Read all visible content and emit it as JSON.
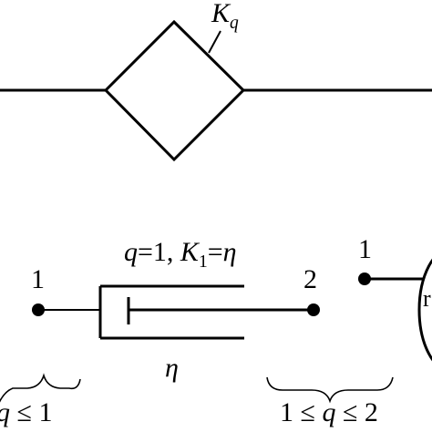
{
  "element_symbol": {
    "main": "K",
    "sub": "q"
  },
  "dashpot": {
    "params_q": "q",
    "params_eq1": "=1, ",
    "params_k": "K",
    "params_k_sub": "1",
    "params_eq2": "=",
    "params_eta": "η",
    "node_left": "1",
    "node_right": "2",
    "label_below": "η"
  },
  "range_left": {
    "q": "q",
    "rest": " ≤ 1"
  },
  "range_middle": {
    "one": "1 ≤ ",
    "q": "q",
    "rest": " ≤ 2"
  },
  "node_partial": "1",
  "partial_char": "r",
  "colors": {
    "line": "#000000",
    "background": "#ffffff"
  }
}
